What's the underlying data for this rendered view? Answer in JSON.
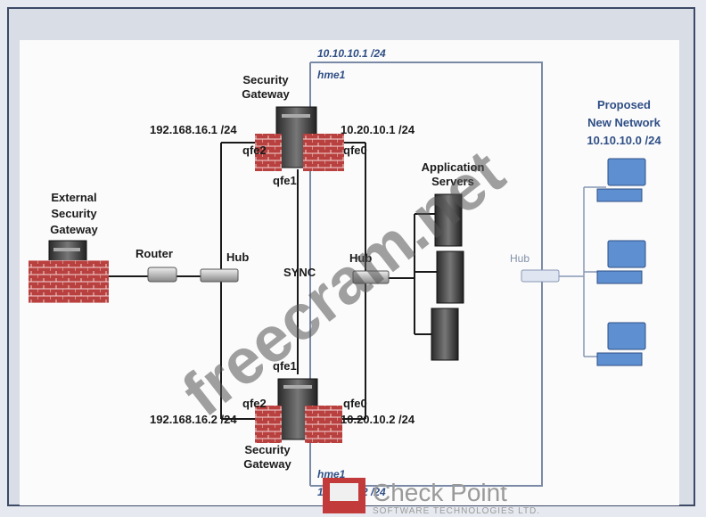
{
  "diagram": {
    "primary_gateway": {
      "name": "Security\nGateway",
      "ext_ip": "192.168.16.1 /24",
      "ext_if": "qfe2",
      "int_ip": "10.20.10.1 /24",
      "int_if": "qfe0",
      "sync_if": "qfe1"
    },
    "secondary_gateway": {
      "name": "Security\nGateway",
      "ext_ip": "192.168.16.2 /24",
      "ext_if": "qfe2",
      "int_ip": "10.20.10.2 /24",
      "int_if": "qfe0",
      "sync_if": "qfe1"
    },
    "external_gateway": "External\nSecurity\nGateway",
    "router": "Router",
    "hub_left": "Hub",
    "hub_center": "Hub",
    "hub_right": "Hub",
    "sync": "SYNC",
    "app_servers": "Application\nServers",
    "proposed": {
      "line1": "Proposed",
      "line2": "New Network",
      "line3": "10.10.10.0 /24"
    },
    "hme_top": {
      "ip": "10.10.10.1 /24",
      "if": "hme1"
    },
    "hme_bottom": {
      "if": "hme1",
      "ip": "10.10.10.2 /24"
    }
  },
  "watermark": "freecram.net",
  "branding": {
    "name": "Check Point",
    "sub": "SOFTWARE TECHNOLOGIES LTD."
  },
  "colors": {
    "brick": "#b8403e",
    "accent_blue": "#2f4f86",
    "line": "#1a1a1a",
    "blue_line": "#7a8aa6"
  }
}
